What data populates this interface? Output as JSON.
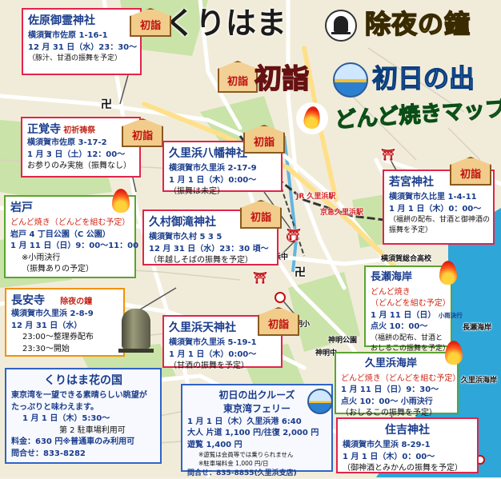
{
  "title": {
    "kurihama": "くりはま",
    "joya": "除夜の鐘",
    "hatsumode": "初詣",
    "hinode": "初日の出",
    "dondo": "どんど焼きマップ"
  },
  "badge_hatsumode": "初詣",
  "badge_joya": "除夜の鐘",
  "colors": {
    "red_border": "#e3234a",
    "green_border": "#5aa52f",
    "blue_border": "#2f63c8",
    "orange_border": "#f39200",
    "title_blue": "#1a3c8c",
    "road": "#ffffff",
    "water": "#2ea6d8",
    "land": "#f3efe0",
    "green": "#b8d991"
  },
  "icons": [
    "bell-icon",
    "sun-icon",
    "fire-icon",
    "hatsumode-icon",
    "shrine-gate-icon",
    "temple-icon"
  ],
  "map_labels": {
    "jr_station": "JR 久里浜駅",
    "keikyu_station": "京急久里浜駅",
    "kurihama_jhs": "久里浜中",
    "shinmei_es": "神明小",
    "shinmei_park": "神明公園",
    "shinmei_jhs": "神明中",
    "general_hs": "横須賀総合高校",
    "nagase_coast": "長瀬海岸",
    "kurihama_coast": "久里浜海岸",
    "temple_mark": "卍"
  },
  "sawara": {
    "name": "佐原御霊神社",
    "address": "横須賀市佐原 1-16-1",
    "line1": "12 月 31 日（水）23：30～",
    "line2": "（豚汁、甘酒の振舞を予定）"
  },
  "shogakuji": {
    "name": "正覚寺",
    "subtitle": "初祈祷祭",
    "address": "横須賀市佐原 3-17-2",
    "line1": "1 月 3 日（土）12：00～",
    "line2": "お参りのみ実施（振舞なし）"
  },
  "iwato": {
    "name": "岩戸",
    "line1": "どんど焼き（どんどを組む予定）",
    "line2": "岩戸 4 丁目公園（C 公園）",
    "line3": "1 月 11 日（日）9：00～11：00",
    "line4": "※小雨決行",
    "line5": "（振舞ありの予定）"
  },
  "hachiman": {
    "name": "久里浜八幡神社",
    "address": "横須賀市久里浜 2-17-9",
    "line1": "1 月 1 日（木）0:00～",
    "line2": "（振舞は未定）"
  },
  "kumura": {
    "name": "久村御滝神社",
    "address": "横須賀市久村 5 3 5",
    "line1": "12 月 31 日（水）23：30 頃～",
    "line2": "（年越しそばの振舞を予定）"
  },
  "wakamiya": {
    "name": "若宮神社",
    "address": "横須賀市久比里 1-4-11",
    "line1": "1 月 1 日（木）0：00～",
    "line2": "（福餅の配布、甘酒と御神酒の",
    "line3": "振舞を予定）"
  },
  "choanji": {
    "name": "長安寺",
    "address": "横須賀市久里浜 2-8-9",
    "line1": "12 月 31 日（水）",
    "line2": "23:00～整理券配布",
    "line3": "23:30～開始"
  },
  "kurihama_tenjin": {
    "name": "久里浜天神社",
    "address": "横須賀市久里浜 5-19-1",
    "line1": "1 月 1 日（木）0:00～",
    "line2": "（甘酒の振舞を予定）"
  },
  "nagase": {
    "name": "長瀬海岸",
    "line1": "どんど焼き",
    "line2": "（どんどを組む予定）",
    "line3": "1 月 11 日（日）",
    "line3b": "小雨決行",
    "line4": "点火 10：00～",
    "line5": "（福餅の配布、甘酒と",
    "line6": "おしるこの振舞を予定）"
  },
  "kurihama_kaigan": {
    "name": "久里浜海岸",
    "line1": "どんど焼き（どんどを組む予定）",
    "line2": "1 月 11 日（日）9：30～",
    "line3": "点火 10：00～ 小雨決行",
    "line4": "（おしるこの振舞を予定）"
  },
  "hananokuni": {
    "name": "くりはま花の国",
    "line1": "東京湾を一望できる素晴らしい眺望が",
    "line2": "たっぷりと味わえます。",
    "line3": "1 月 1 日（木）5:30～",
    "line4": "第 2 駐車場利用可",
    "line5": "料金：630 円※普通車のみ利用可",
    "line6": "問合せ：833-8282"
  },
  "cruise": {
    "name1": "初日の出クルーズ",
    "name2": "東京湾フェリー",
    "line1": "1 月 1 日（木）久里浜港 6:40",
    "line2": "大人 片道 1,100 円/往復 2,000 円",
    "line3": "遊覧 1,400 円",
    "line4": "※遊覧は会員等では乗りられません",
    "line5": "※駐車場料金 1,000 円/日",
    "line6": "問合せ：835-8855(久里浜支店)"
  },
  "sumiyoshi": {
    "name": "住吉神社",
    "address": "横須賀市久里浜 8-29-1",
    "line1": "1 月 1 日（木）0：00～",
    "line2": "（御神酒とみかんの振舞を予定）"
  }
}
